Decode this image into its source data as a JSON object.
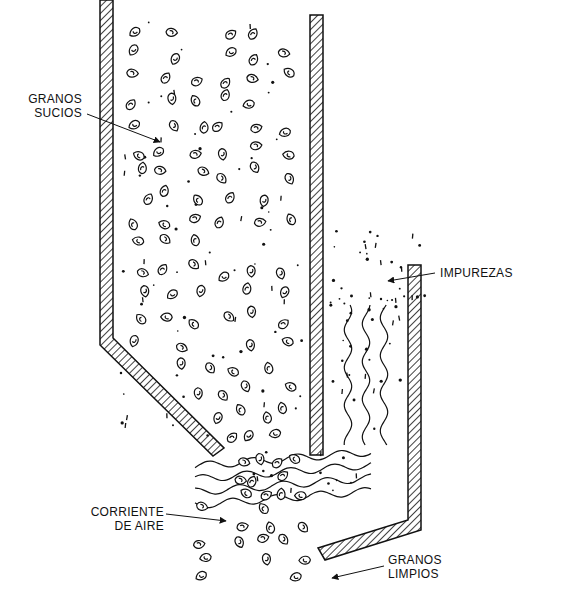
{
  "diagram": {
    "labels": [
      "GRANOS SUCIOS",
      "IMPUREZAS",
      "CORRIENTE DE AIRE",
      "GRANOS LIMPIOS"
    ]
  }
}
